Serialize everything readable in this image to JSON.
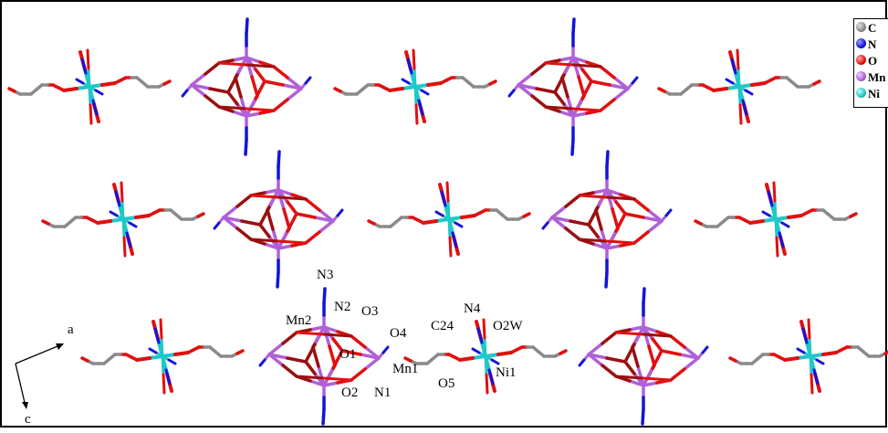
{
  "legend": [
    {
      "label": "C",
      "color": "#8a8a8a"
    },
    {
      "label": "N",
      "color": "#1414d8"
    },
    {
      "label": "O",
      "color": "#e01010"
    },
    {
      "label": "Mn",
      "color": "#b060d8"
    },
    {
      "label": "Ni",
      "color": "#20c8c8"
    }
  ],
  "atom_labels": {
    "n3": "N3",
    "n2": "N2",
    "o3": "O3",
    "mn2": "Mn2",
    "o4": "O4",
    "n4": "N4",
    "c24": "C24",
    "o2w": "O2W",
    "o1": "O1",
    "mn1": "Mn1",
    "o2": "O2",
    "n1": "N1",
    "o5": "O5",
    "ni1": "Ni1"
  },
  "axes": {
    "a": "a",
    "c": "c"
  },
  "colors": {
    "carbon": "#8a8a8a",
    "nitrogen": "#1414d8",
    "oxygen": "#e01010",
    "oxygen_dark": "#9a1010",
    "manganese": "#b060d8",
    "nickel": "#20c8c8"
  }
}
